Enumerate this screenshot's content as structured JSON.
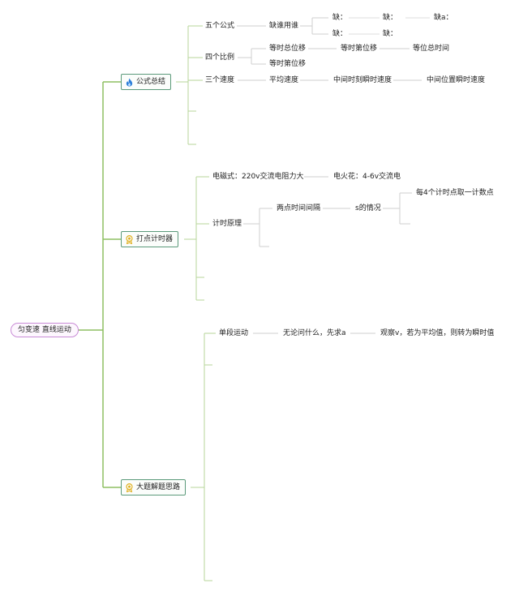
{
  "root": {
    "label": "匀变速 直线运动"
  },
  "branches": {
    "b1": {
      "label": "公式总结",
      "icon": "flame-icon",
      "five": {
        "label": "五个公式",
        "sub": "缺谁用谁",
        "row1": [
          "缺：",
          "缺：",
          "缺a："
        ],
        "row2": [
          "缺：",
          "缺："
        ]
      },
      "four": {
        "label": "四个比例",
        "a1": "等时总位移",
        "a2": "等时第位移",
        "a3": "等位总时间",
        "b1": "等时第位移"
      },
      "three": {
        "label": "三个速度",
        "v1": "平均速度",
        "v2": "中间时刻瞬时速度",
        "v3": "中间位置瞬时速度"
      }
    },
    "b2": {
      "label": "打点计时器",
      "icon": "badge-icon",
      "em": "电磁式：220v交流电阻力大",
      "spark": "电火花：4-6v交流电",
      "principle": {
        "label": "计时原理",
        "interval": "两点时间间隔",
        "s_case": "s的情况",
        "count": "每4个计时点取一计数点"
      }
    },
    "b3": {
      "label": "大题解题思路",
      "icon": "badge-icon",
      "single": "单段运动",
      "ask": "无论问什么，先求a",
      "observe": "观察v，若为平均值，则转为瞬时值"
    }
  },
  "colors": {
    "line_main": "#8dbf62",
    "line_sub": "#b7d59a",
    "line_leaf": "#c9c9c9",
    "node_border": "#5b9a7a",
    "root_border": "#c98bd6",
    "flame": "#2f7fd9",
    "badge": "#e0b020"
  }
}
